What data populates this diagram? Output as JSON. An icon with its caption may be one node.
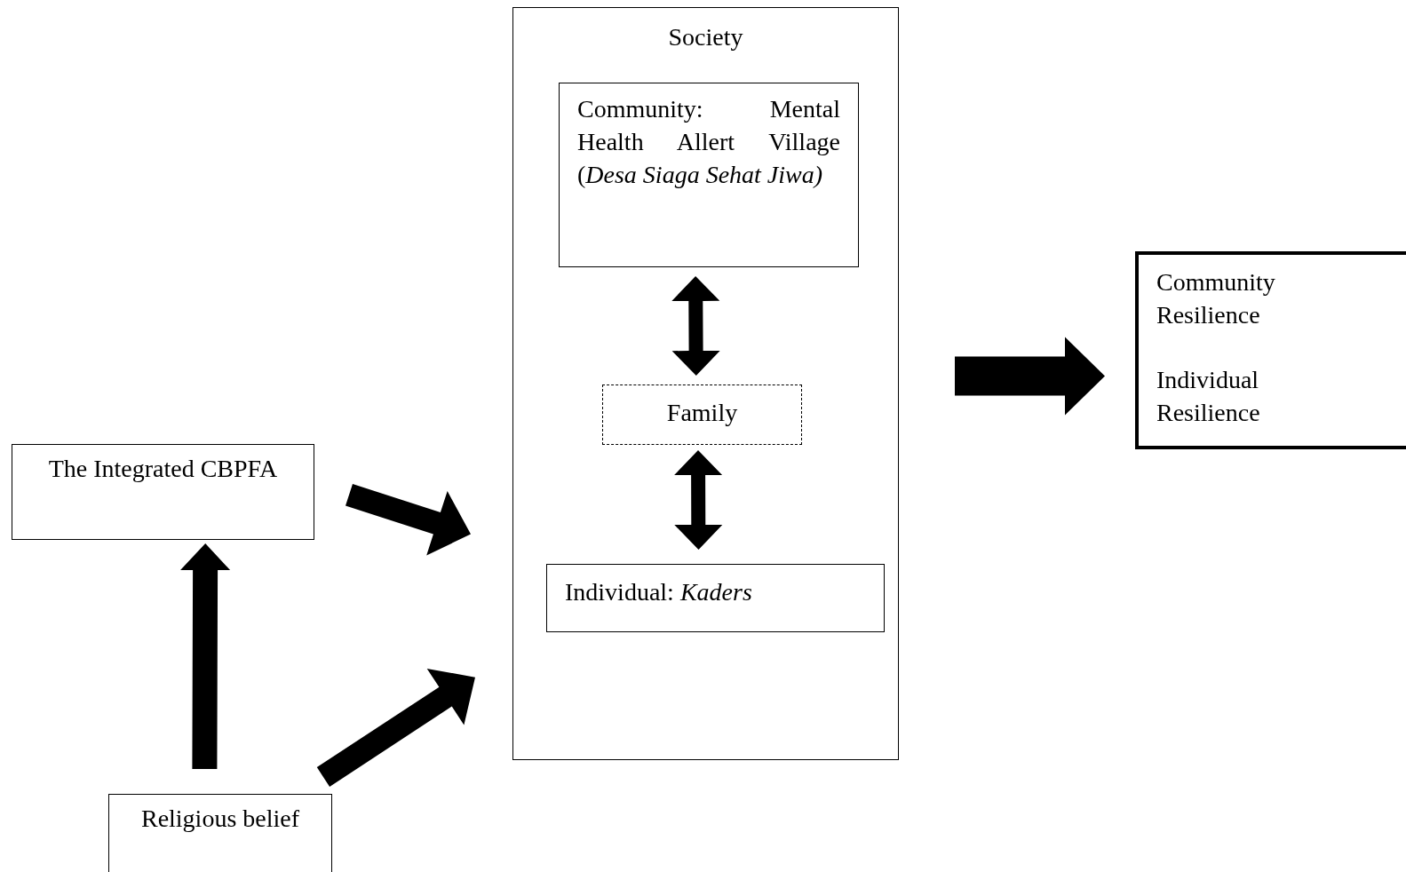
{
  "diagram": {
    "nodes": [
      {
        "text": [
          "Society"
        ]
      },
      {
        "text": [
          "Community: Mental Health Allert Village (*Desa Siaga Sehat Jiwa)*"
        ],
        "in": 0
      },
      {
        "text": [
          "Family"
        ],
        "in": 0
      },
      {
        "text": [
          "Individual: *Kaders*"
        ],
        "in": 0
      },
      {
        "text": [
          "The Integrated CBPFA"
        ]
      },
      {
        "text": [
          "Religious belief"
        ]
      },
      {
        "text": [
          "Community Resilience",
          "Individual Resilience"
        ]
      }
    ],
    "edges": [
      {
        "from": 1,
        "to": 2,
        "arrow": "both"
      },
      {
        "from": 2,
        "to": 3,
        "arrow": "both"
      },
      {
        "from": 4,
        "to": 0,
        "arrow": "to"
      },
      {
        "from": 5,
        "to": 0,
        "arrow": "to"
      },
      {
        "from": 5,
        "to": 4,
        "arrow": "to"
      },
      {
        "from": 0,
        "to": 6,
        "arrow": "to"
      }
    ]
  }
}
